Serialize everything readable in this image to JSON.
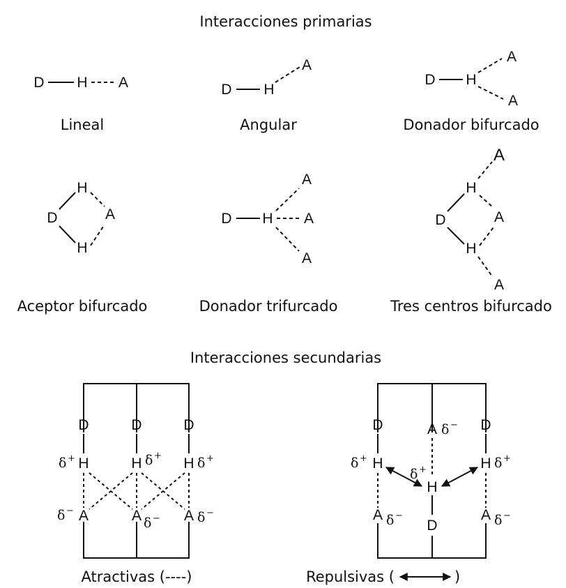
{
  "headings": {
    "primary": "Interacciones primarias",
    "secondary": "Interacciones secundarias"
  },
  "atoms": {
    "donor": "D",
    "hydrogen": "H",
    "acceptor": "A"
  },
  "charges": {
    "delta": "δ",
    "plus": "+",
    "minus": "−"
  },
  "primary": {
    "lineal": "Lineal",
    "angular": "Angular",
    "donador_bifurcado": "Donador bifurcado",
    "aceptor_bifurcado": "Aceptor bifurcado",
    "donador_trifurcado": "Donador trifurcado",
    "tres_centros": "Tres centros bifurcado"
  },
  "secondary": {
    "atractivas": "Atractivas (----)",
    "repulsivas_prefix": "Repulsivas (",
    "repulsivas_suffix": ")"
  }
}
